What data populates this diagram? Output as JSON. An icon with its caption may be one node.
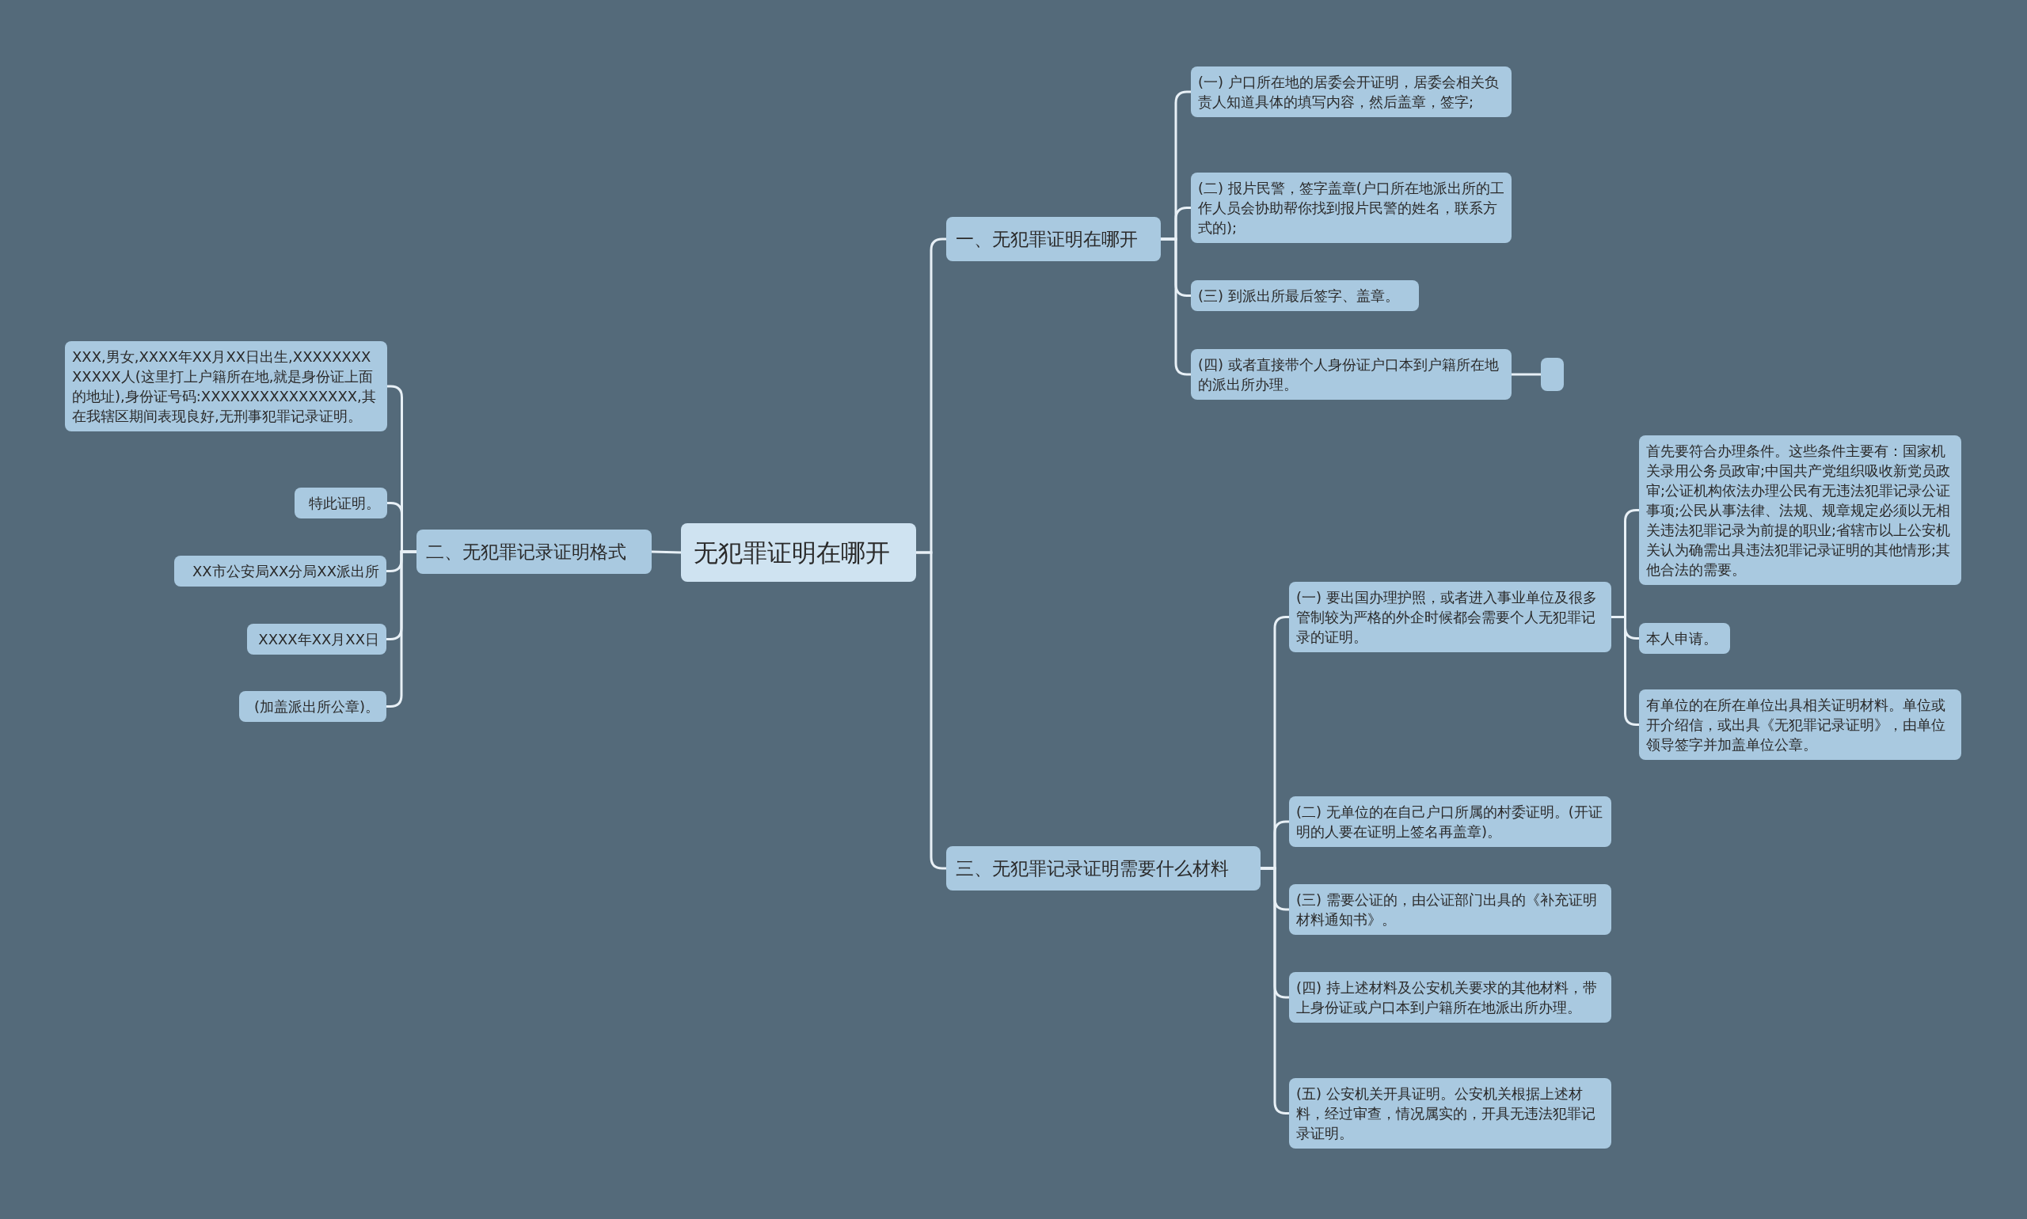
{
  "diagram": {
    "nodes": [
      {
        "text": [
          "无犯罪证明在哪开"
        ]
      },
      {
        "text": [
          "一、无犯罪证明在哪开"
        ]
      },
      {
        "text": [
          "(一) 户口所在地的居委会开证明，居委会相关负责人知道具体的填写内容，然后盖章，签字;"
        ]
      },
      {
        "text": [
          "(二) 报片民警，签字盖章(户口所在地派出所的工作人员会协助帮你找到报片民警的姓名，联系方式的);"
        ]
      },
      {
        "text": [
          "(三) 到派出所最后签字、盖章。"
        ]
      },
      {
        "text": [
          "(四) 或者直接带个人身份证户口本到户籍所在地的派出所办理。"
        ]
      },
      {
        "text": [],
        "shape": "box"
      },
      {
        "text": [
          "二、无犯罪记录证明格式"
        ]
      },
      {
        "text": [
          "XXX,男女,XXXX年XX月XX日出生,XXXXXXXXXXXXX人(这里打上户籍所在地,就是身份证上面的地址),身份证号码:XXXXXXXXXXXXXXXX,其在我辖区期间表现良好,无刑事犯罪记录证明。"
        ]
      },
      {
        "text": [
          "特此证明。"
        ]
      },
      {
        "text": [
          "XX市公安局XX分局XX派出所"
        ]
      },
      {
        "text": [
          "XXXX年XX月XX日"
        ]
      },
      {
        "text": [
          "(加盖派出所公章)。"
        ]
      },
      {
        "text": [
          "三、无犯罪记录证明需要什么材料"
        ]
      },
      {
        "text": [
          "(一) 要出国办理护照，或者进入事业单位及很多管制较为严格的外企时候都会需要个人无犯罪记录的证明。"
        ]
      },
      {
        "text": [
          "首先要符合办理条件。这些条件主要有：国家机关录用公务员政审;中国共产党组织吸收新党员政审;公证机构依法办理公民有无违法犯罪记录公证事项;公民从事法律、法规、规章规定必须以无相关违法犯罪记录为前提的职业;省辖市以上公安机关认为确需出具违法犯罪记录证明的其他情形;其他合法的需要。"
        ]
      },
      {
        "text": [
          "本人申请。"
        ]
      },
      {
        "text": [
          "有单位的在所在单位出具相关证明材料。单位或开介绍信，或出具《无犯罪记录证明》，由单位领导签字并加盖单位公章。"
        ]
      },
      {
        "text": [
          "(二) 无单位的在自己户口所属的村委证明。(开证明的人要在证明上签名再盖章)。"
        ]
      },
      {
        "text": [
          "(三) 需要公证的，由公证部门出具的《补充证明材料通知书》。"
        ]
      },
      {
        "text": [
          "(四) 持上述材料及公安机关要求的其他材料，带上身份证或户口本到户籍所在地派出所办理。"
        ]
      },
      {
        "text": [
          "(五) 公安机关开具证明。公安机关根据上述材料，经过审查，情况属实的，开具无违法犯罪记录证明。"
        ]
      }
    ],
    "edges": [
      {
        "from": 0,
        "to": 1,
        "arrow": "none"
      },
      {
        "from": 0,
        "to": 7,
        "arrow": "none"
      },
      {
        "from": 0,
        "to": 13,
        "arrow": "none"
      },
      {
        "from": 1,
        "to": 2,
        "arrow": "none"
      },
      {
        "from": 1,
        "to": 3,
        "arrow": "none"
      },
      {
        "from": 1,
        "to": 4,
        "arrow": "none"
      },
      {
        "from": 1,
        "to": 5,
        "arrow": "none"
      },
      {
        "from": 5,
        "to": 6,
        "arrow": "none"
      },
      {
        "from": 7,
        "to": 8,
        "arrow": "none"
      },
      {
        "from": 7,
        "to": 9,
        "arrow": "none"
      },
      {
        "from": 7,
        "to": 10,
        "arrow": "none"
      },
      {
        "from": 7,
        "to": 11,
        "arrow": "none"
      },
      {
        "from": 7,
        "to": 12,
        "arrow": "none"
      },
      {
        "from": 13,
        "to": 14,
        "arrow": "none"
      },
      {
        "from": 13,
        "to": 18,
        "arrow": "none"
      },
      {
        "from": 13,
        "to": 19,
        "arrow": "none"
      },
      {
        "from": 13,
        "to": 20,
        "arrow": "none"
      },
      {
        "from": 13,
        "to": 21,
        "arrow": "none"
      },
      {
        "from": 14,
        "to": 15,
        "arrow": "none"
      },
      {
        "from": 14,
        "to": 16,
        "arrow": "none"
      },
      {
        "from": 14,
        "to": 17,
        "arrow": "none"
      }
    ]
  }
}
